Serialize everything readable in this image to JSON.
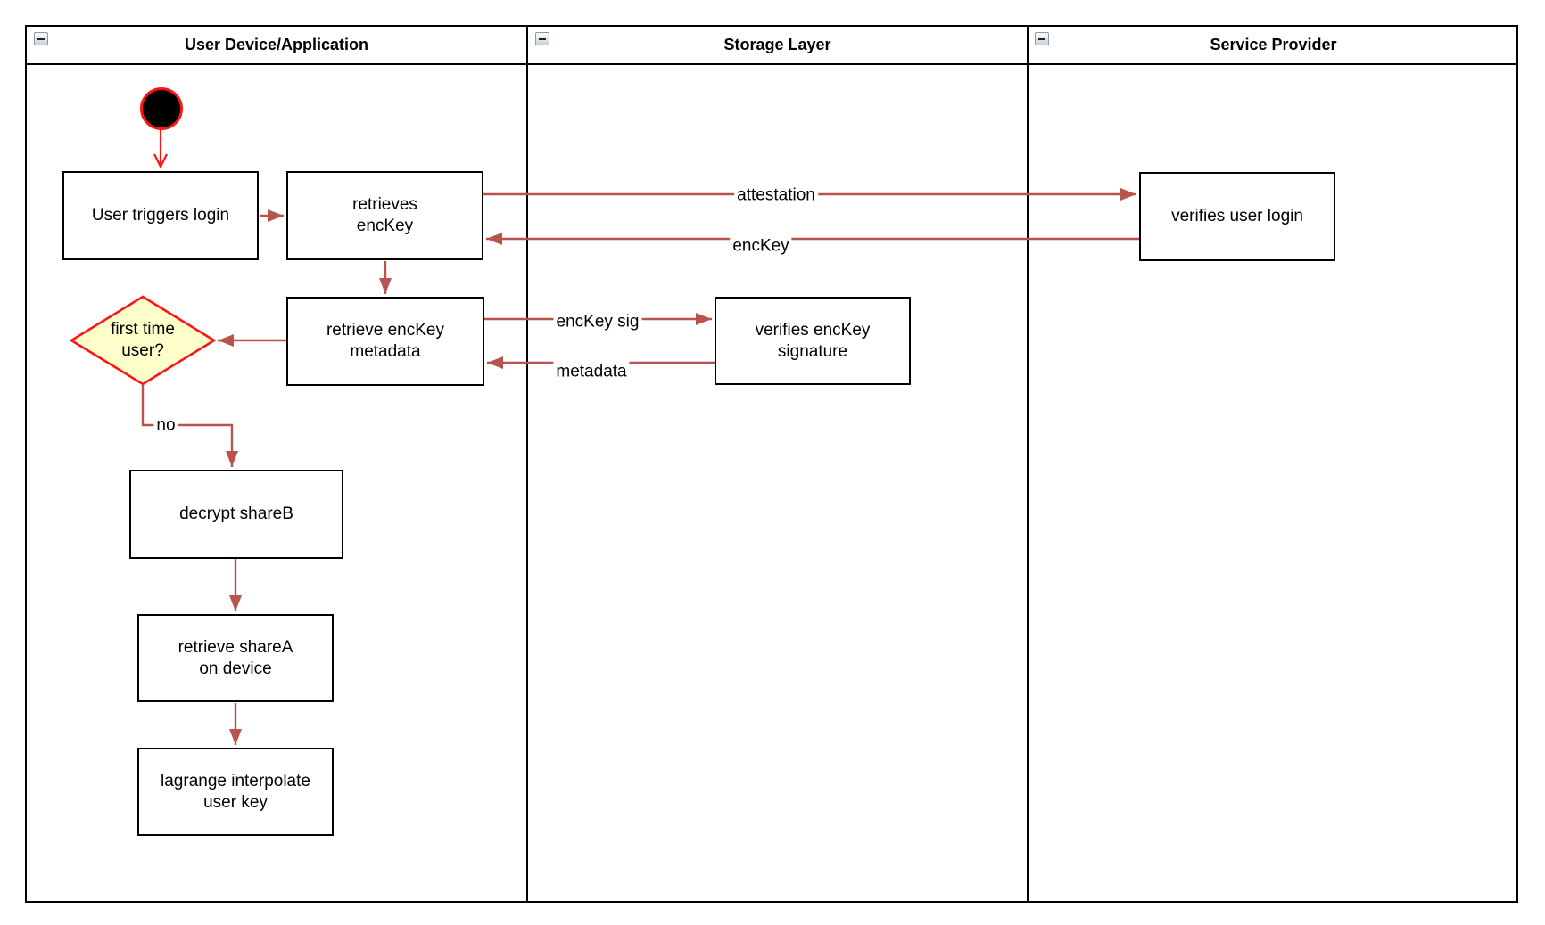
{
  "lanes": [
    {
      "title": "User Device/Application"
    },
    {
      "title": "Storage Layer"
    },
    {
      "title": "Service Provider"
    }
  ],
  "nodes": {
    "user_triggers_login": {
      "label": "User triggers login"
    },
    "retrieves_enckey": {
      "label": "retrieves\nencKey"
    },
    "verifies_user_login": {
      "label": "verifies user login"
    },
    "retrieve_enckey_metadata": {
      "label": "retrieve encKey\nmetadata"
    },
    "first_time_user": {
      "label": "first time\nuser?"
    },
    "verifies_enckey_signature": {
      "label": "verifies encKey\nsignature"
    },
    "decrypt_shareb": {
      "label": "decrypt shareB"
    },
    "retrieve_sharea": {
      "label": "retrieve shareA\non device"
    },
    "lagrange_interpolate": {
      "label": "lagrange interpolate\nuser key"
    }
  },
  "edge_labels": {
    "attestation": "attestation",
    "enckey": "encKey",
    "enckey_sig": "encKey sig",
    "metadata": "metadata",
    "no": "no"
  },
  "colors": {
    "flow_arrow": "#B85450",
    "start_accent": "#FF1414",
    "decision_fill": "#FFFFCC",
    "decision_border": "#FF1414",
    "node_border": "#000000",
    "node_fill": "#FFFFFF"
  }
}
